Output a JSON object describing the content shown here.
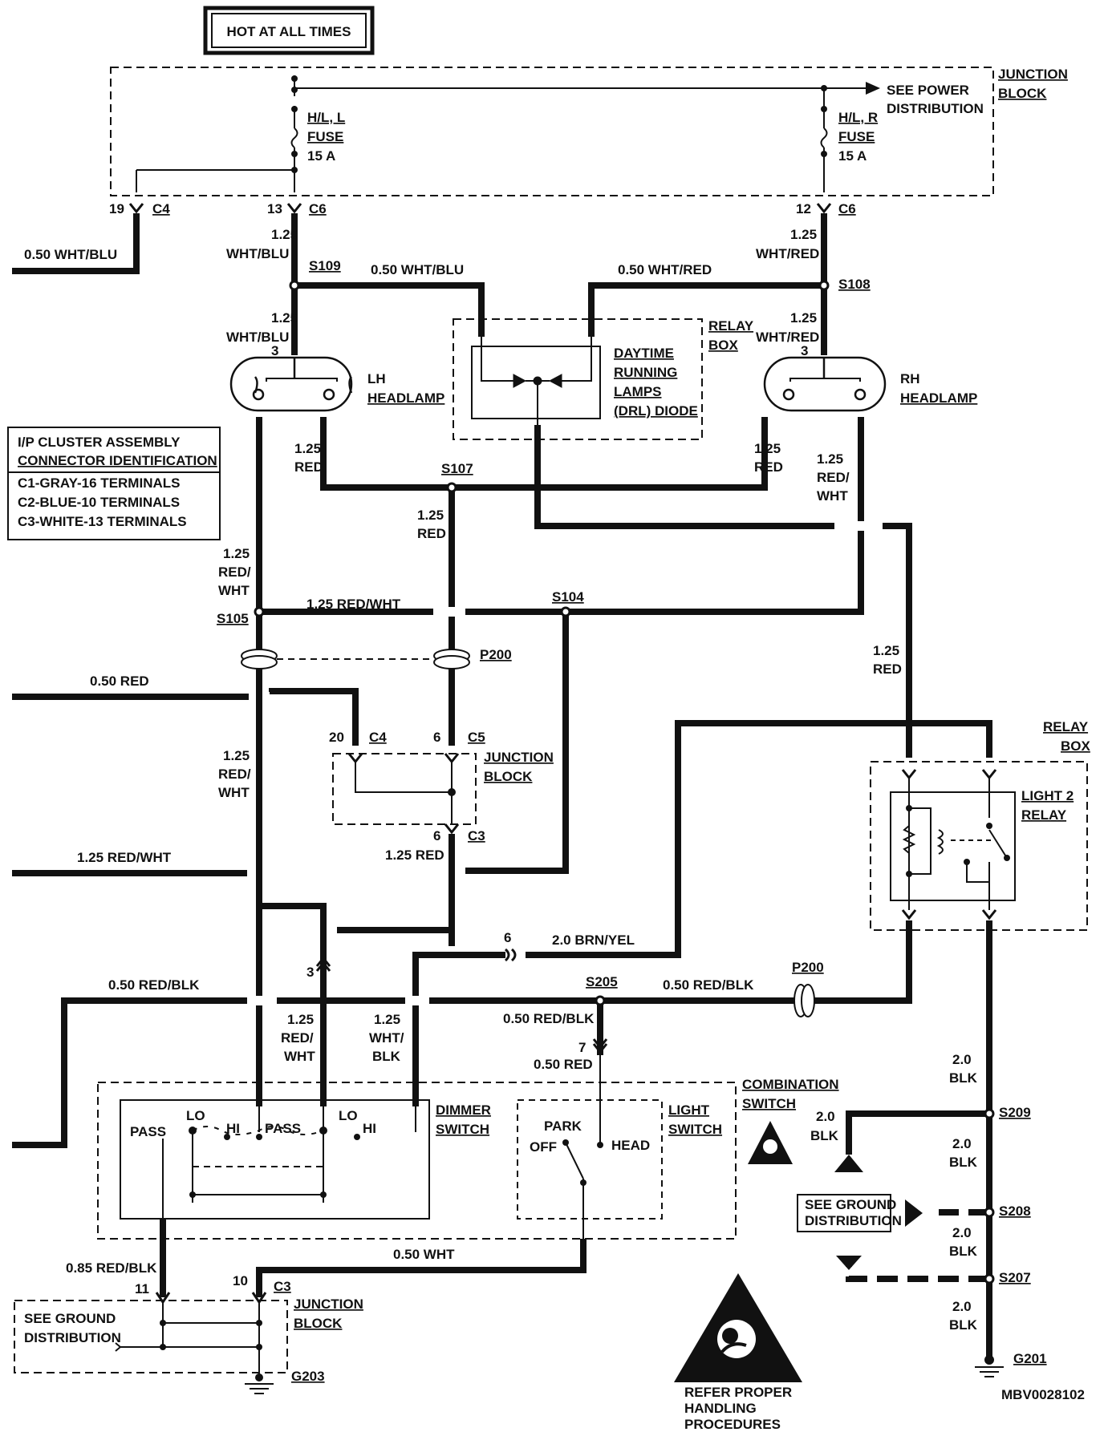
{
  "title": "HOT AT ALL TIMES",
  "figure_code": "MBV0028102",
  "junction_block_top": {
    "label_1": "JUNCTION",
    "label_2": "BLOCK",
    "power_1": "SEE POWER",
    "power_2": "DISTRIBUTION"
  },
  "fuses": [
    {
      "name_1": "H/L, L",
      "name_2": "FUSE",
      "rating": "15 A"
    },
    {
      "name_1": "H/L, R",
      "name_2": "FUSE",
      "rating": "15 A"
    }
  ],
  "connectors": {
    "c4_top": "C4",
    "c6_left": "C6",
    "c6_right": "C6",
    "c4_mid": "C4",
    "c5": "C5",
    "c3_mid": "C3",
    "c3_bottom": "C3",
    "pin_19": "19",
    "pin_13": "13",
    "pin_12": "12",
    "pin_20": "20",
    "pin_6a": "6",
    "pin_6b": "6",
    "pin_6c": "6",
    "pin_3": "3",
    "pin_7": "7",
    "pin_11": "11",
    "pin_10": "10"
  },
  "splices": {
    "s109": "S109",
    "s108": "S108",
    "s107": "S107",
    "s105": "S105",
    "s104": "S104",
    "s205": "S205",
    "s209": "S209",
    "s208": "S208",
    "s207": "S207",
    "p200a": "P200",
    "p200b": "P200"
  },
  "grounds": {
    "g201": "G201",
    "g203": "G203"
  },
  "wires": {
    "w050_wht_blu": "0.50 WHT/BLU",
    "w125": "1.25",
    "wht_blu": "WHT/BLU",
    "wht_red": "WHT/RED",
    "w050_wht_blu_2": "0.50 WHT/BLU",
    "w050_wht_red": "0.50 WHT/RED",
    "red": "RED",
    "red_slash": "RED/",
    "wht": "WHT",
    "w125_red_wht": "1.25 RED/WHT",
    "w050_red": "0.50 RED",
    "w125_red_wht_2": "1.25 RED/WHT",
    "w125_red": "1.25 RED",
    "w20_brn_yel": "2.0 BRN/YEL",
    "w050_red_blk": "0.50 RED/BLK",
    "w050_red_blk_2": "0.50 RED/BLK",
    "w050_red_blk_3": "0.50 RED/BLK",
    "wht_slash": "WHT/",
    "blk": "BLK",
    "w050_red_2": "0.50 RED",
    "w050_wht": "0.50 WHT",
    "w085_red_blk": "0.85 RED/BLK",
    "w20": "2.0"
  },
  "components": {
    "lh_1": "LH",
    "lh_2": "HEADLAMP",
    "rh_1": "RH",
    "rh_2": "HEADLAMP",
    "relay_box_1": "RELAY",
    "relay_box_2": "BOX",
    "drl_1": "DAYTIME",
    "drl_2": "RUNNING",
    "drl_3": "LAMPS",
    "drl_4": "(DRL) DIODE",
    "light2_1": "LIGHT 2",
    "light2_2": "RELAY",
    "jb_1": "JUNCTION",
    "jb_2": "BLOCK",
    "dimmer_1": "DIMMER",
    "dimmer_2": "SWITCH",
    "light_sw_1": "LIGHT",
    "light_sw_2": "SWITCH",
    "combo_1": "COMBINATION",
    "combo_2": "SWITCH",
    "pass": "PASS",
    "lo": "LO",
    "hi": "HI",
    "park": "PARK",
    "off": "OFF",
    "head": "HEAD",
    "see_ground_1": "SEE GROUND",
    "see_ground_2": "DISTRIBUTION"
  },
  "cluster_box": {
    "title_1": "I/P CLUSTER ASSEMBLY",
    "title_2": "CONNECTOR IDENTIFICATION",
    "rows": [
      "C1-GRAY-16 TERMINALS",
      "C2-BLUE-10 TERMINALS",
      "C3-WHITE-13 TERMINALS"
    ]
  },
  "caution": {
    "line_1": "REFER PROPER",
    "line_2": "HANDLING",
    "line_3": "PROCEDURES"
  }
}
